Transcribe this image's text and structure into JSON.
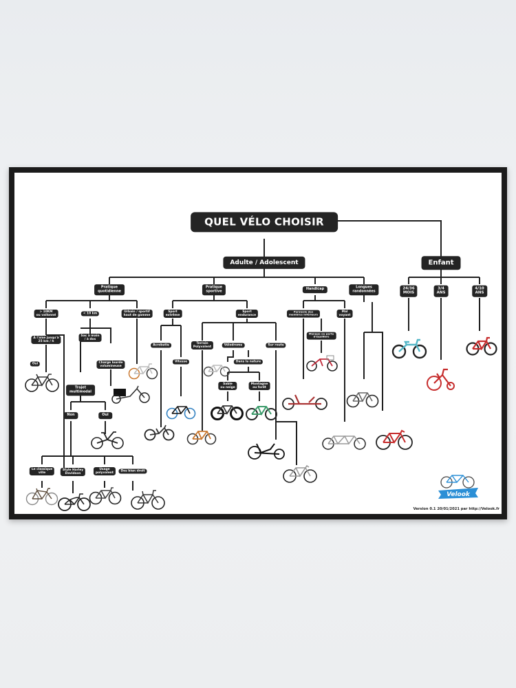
{
  "title": "QUEL VÉLO CHOISIR",
  "branches": {
    "adult": "Adulte / Adolescent",
    "child": "Enfant"
  },
  "categories": {
    "pratique_quotidienne": "Pratique\nquotidienne",
    "pratique_sportive": "Pratique\nsportive",
    "handicap": "Handicap",
    "longues_randonnees": "Longues\nrandonnées"
  },
  "daily": {
    "plus_10km": "> 10KM\nou vallonné",
    "moins_10km": "< 10 km",
    "urbain_sportif": "Urbain / sportif\nhaut de gamme",
    "aide_25": "A l'aise jusqu'à\n25 km / h",
    "oui_1": "Oui",
    "sac_dos": "Sac à main\n/ à dos",
    "charge_lourde": "Charge lourde\nvolumineuse",
    "trajet_multimodal": "Trajet\nmultimodal",
    "non": "Non",
    "oui_2": "Oui",
    "classique_ville": "Le classique\nville",
    "style_harley": "Style Harley\nDavidson",
    "usage_polyvalent": "Usage\npolyvalent",
    "dos_droit": "Dos bien droit"
  },
  "sport": {
    "sport_extreme": "Sport\nextrême",
    "sport_endurance": "Sport\nendurance",
    "acrobatie": "Acrobatie",
    "vitesse": "Vitesse",
    "terrain_polyvalent": "Terrain\nPolyvalent",
    "velodrome": "Vélodrome",
    "sur_route": "Sur route",
    "dans_nature": "Dans la nature",
    "sable_neige": "Sable\nou neige",
    "montagne_foret": "Montagne\nou forêt"
  },
  "handicap": {
    "paralysie": "Paralysie des\nmembres inférieurs",
    "mal_voyant": "Mal\nvoyant",
    "manque_force": "Manque ou perte\nd'équilibre"
  },
  "child": {
    "age_1": "24/36\nMOIS",
    "age_2": "3/4\nANS",
    "age_3": "4/10\nANS"
  },
  "logo_text": "Velook",
  "footer": "Version 0.1 20/01/2021 par http://Velook.fr",
  "colors": {
    "frame_dark": "#1b1b1b",
    "node_bg": "#242424",
    "logo_blue": "#2b8fd6",
    "kid_blue": "#53b6c7",
    "kid_red": "#c62b2b",
    "bike_orange": "#c9772e",
    "bike_blue": "#2f7fc0",
    "bike_green": "#3a9a6a"
  }
}
